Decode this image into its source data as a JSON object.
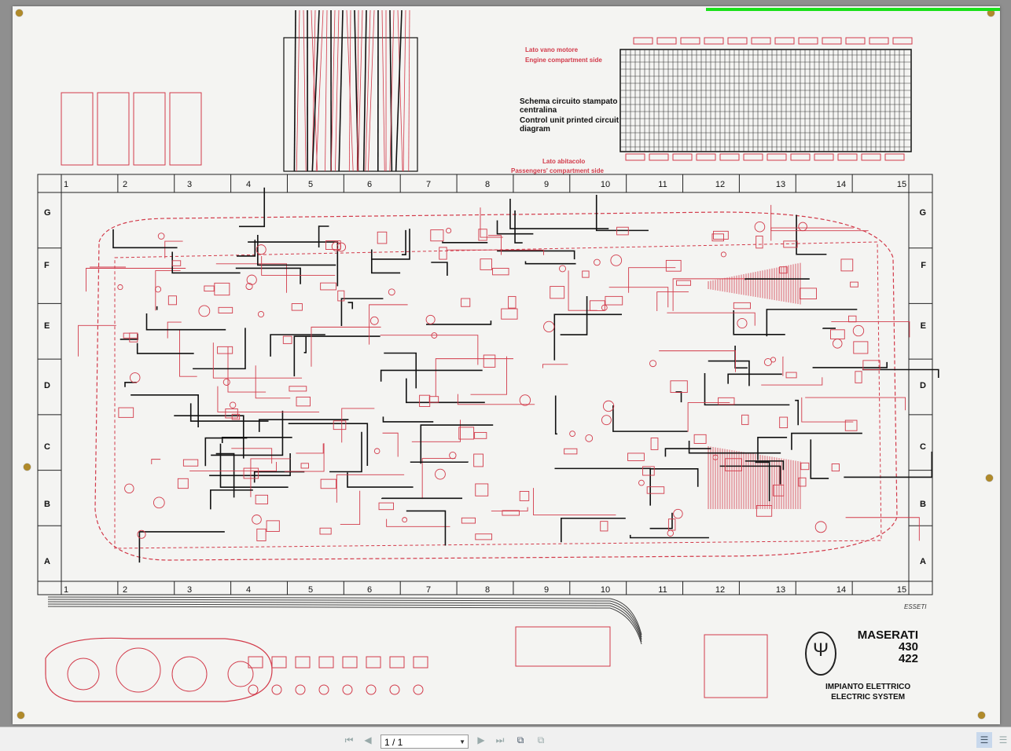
{
  "document": {
    "engine_side_it": "Lato vano motore",
    "engine_side_en": "Engine compartment side",
    "title_it_1": "Schema circuito stampato",
    "title_it_2": "centralina",
    "title_en_1": "Control unit printed circuit",
    "title_en_2": "diagram",
    "passenger_side_it": "Lato abitacolo",
    "passenger_side_en": "Passengers' compartment side",
    "brand": "MASERATI",
    "model_1": "430",
    "model_2": "422",
    "system_it": "IMPIANTO ELETTRICO",
    "system_en": "ELECTRIC SYSTEM",
    "credit": "ESSETI",
    "logo_text": "MASERATI",
    "columns": [
      "1",
      "2",
      "3",
      "4",
      "5",
      "6",
      "7",
      "8",
      "9",
      "10",
      "11",
      "12",
      "13",
      "14",
      "15"
    ],
    "rows": [
      "G",
      "F",
      "E",
      "D",
      "C",
      "B",
      "A"
    ]
  },
  "colors": {
    "wire_red": "#d23a4a",
    "wire_black": "#111111",
    "paper": "#f4f4f2"
  },
  "toolbar": {
    "first_page_icon": "first-page-icon",
    "prev_page_icon": "previous-page-icon",
    "page_value": "1 / 1",
    "next_page_icon": "next-page-icon",
    "last_page_icon": "last-page-icon",
    "back_view_icon": "previous-view-icon",
    "forward_view_icon": "next-view-icon",
    "single_page_icon": "single-page-view-icon",
    "continuous_icon": "continuous-view-icon"
  }
}
